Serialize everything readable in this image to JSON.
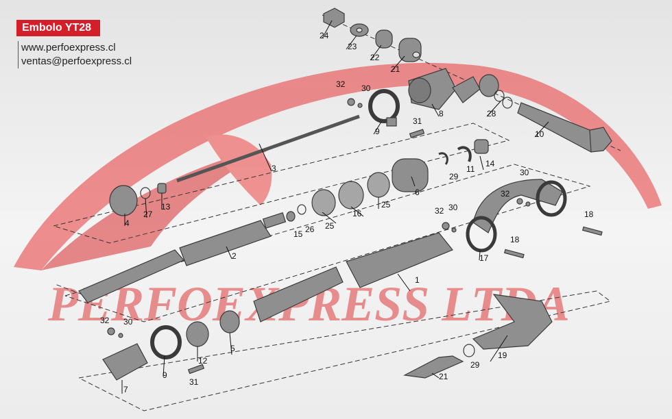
{
  "header": {
    "title": "Embolo YT28",
    "website": "www.perfoexpress.cl",
    "email": "ventas@perfoexpress.cl"
  },
  "watermark": {
    "text": "PERFOEXPRESS LTDA",
    "color": "#e03a3a"
  },
  "colors": {
    "badge": "#d41f2a",
    "part_fill": "#8f8f8f",
    "part_stroke": "#3a3a3a"
  },
  "callouts": {
    "c24": "24",
    "c23": "23",
    "c22": "22",
    "c21a": "21",
    "c32a": "32",
    "c30a": "30",
    "c8": "8",
    "c28": "28",
    "c10": "10",
    "c9a": "9",
    "c31a": "31",
    "c14": "14",
    "c11": "11",
    "c3": "3",
    "c29a": "29",
    "c6": "6",
    "c30b": "30",
    "c32b": "32",
    "c18a": "18",
    "c25a": "25",
    "c16": "16",
    "c25b": "25",
    "c26": "26",
    "c15": "15",
    "c27": "27",
    "c13": "13",
    "c4": "4",
    "c32c": "32",
    "c30c": "30",
    "c18b": "18",
    "c17": "17",
    "c2": "2",
    "c1": "1",
    "c32d": "32",
    "c30d": "30",
    "c5": "5",
    "c12": "12",
    "c9b": "9",
    "c31b": "31",
    "c7": "7",
    "c19": "19",
    "c21b": "21",
    "c29b": "29"
  }
}
